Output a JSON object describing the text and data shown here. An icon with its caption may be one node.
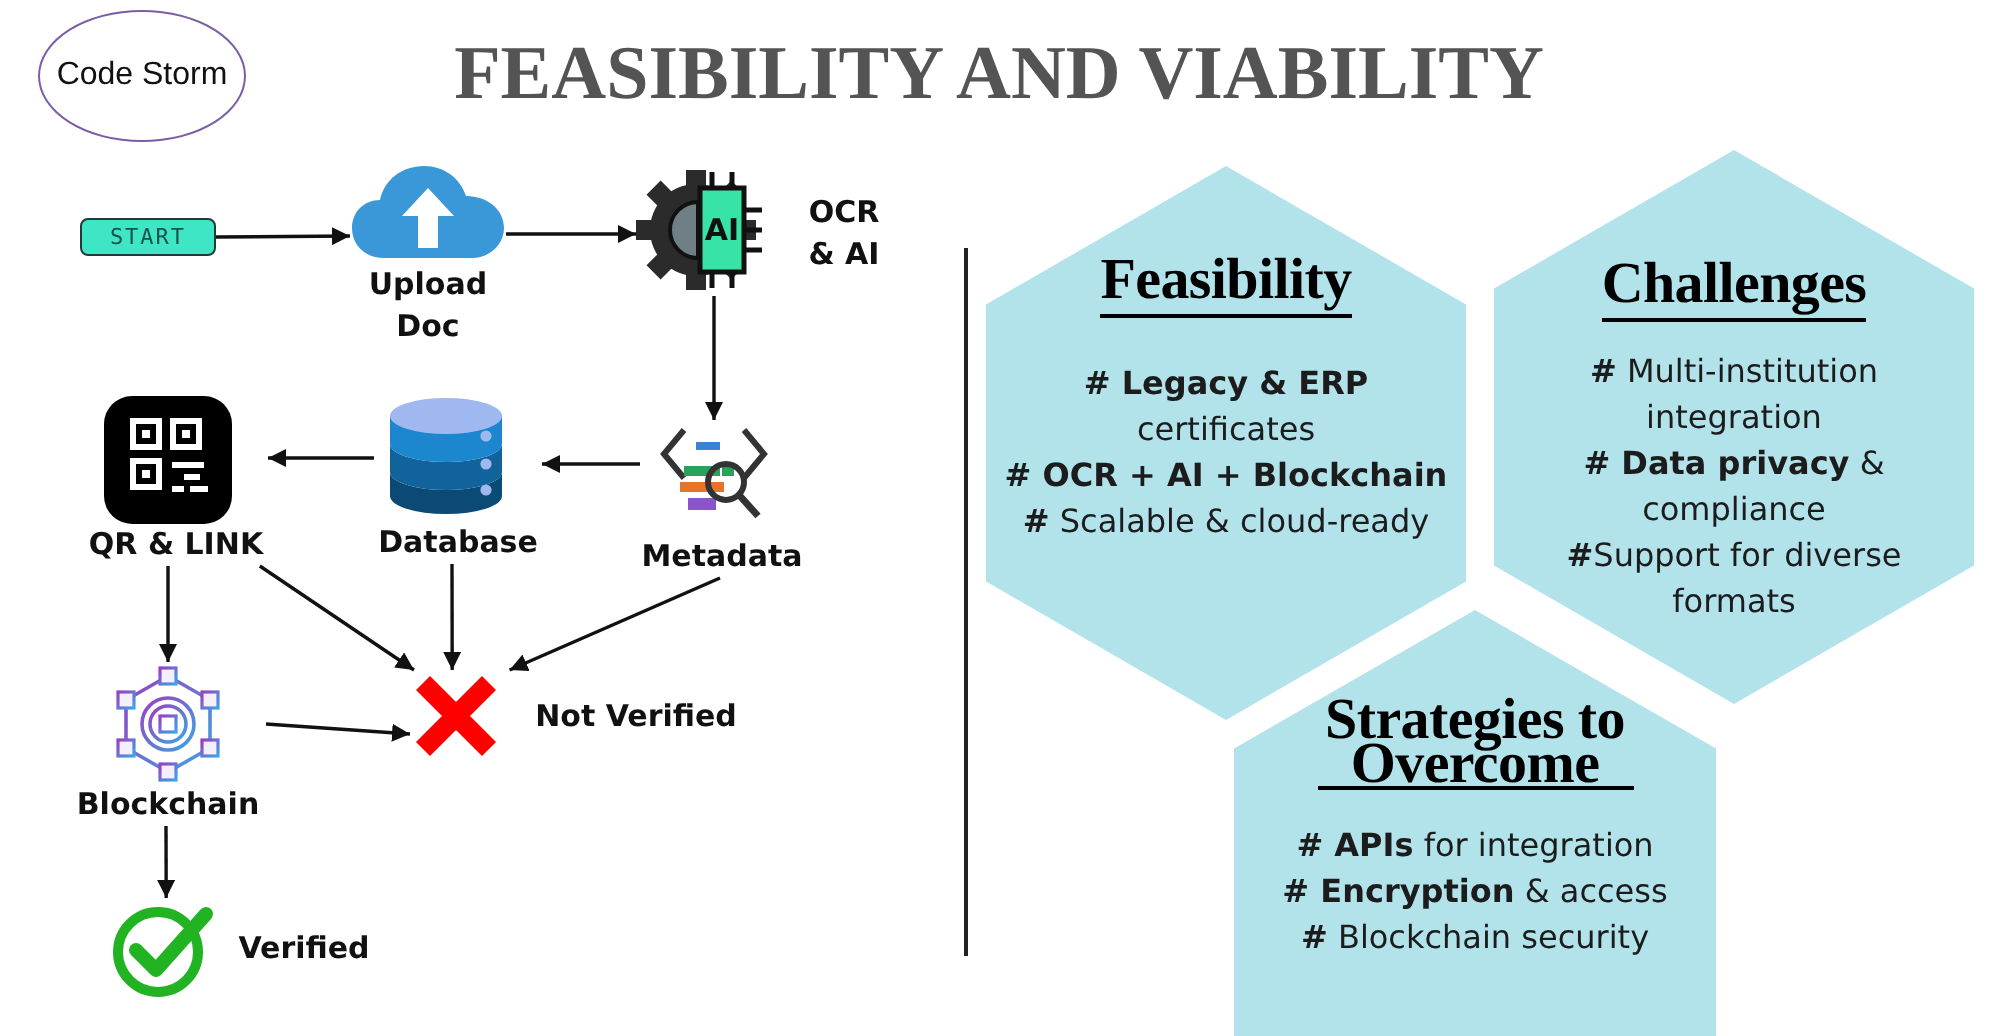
{
  "diagram": {
    "title": "FEASIBILITY AND VIABILITY",
    "nodes": [
      {
        "text": [
          "Code Storm"
        ]
      },
      {
        "text": [
          "START"
        ]
      },
      {
        "text": [
          "Upload Doc"
        ]
      },
      {
        "text": [
          "AI",
          "OCR & AI"
        ]
      },
      {
        "text": [
          "QR & LINK"
        ]
      },
      {
        "text": [
          "Database"
        ]
      },
      {
        "text": [
          "Metadata"
        ]
      },
      {
        "text": [
          "Blockchain"
        ]
      },
      {
        "text": [
          "Not Verified"
        ]
      },
      {
        "text": [
          "Verified"
        ]
      },
      {
        "text": [
          "Feasibility",
          "**# Legacy & ERP** certificates",
          "# OCR + AI + Blockchain",
          "**#** Scalable & cloud-ready"
        ]
      },
      {
        "text": [
          "Challenges",
          "**#** Multi-institution integration",
          "**# Data privacy** & compliance",
          "**#**Support for diverse formats"
        ]
      },
      {
        "text": [
          "Strategies to Overcome",
          "**# APIs** for integration",
          "**# Encryption** & access",
          "**#** Blockchain security"
        ]
      }
    ],
    "edges": [
      {
        "from": 1,
        "to": 2,
        "arrow": "to"
      },
      {
        "from": 2,
        "to": 3,
        "arrow": "to"
      },
      {
        "from": 3,
        "to": 6,
        "arrow": "to"
      },
      {
        "from": 6,
        "to": 5,
        "arrow": "to"
      },
      {
        "from": 5,
        "to": 4,
        "arrow": "to"
      },
      {
        "from": 4,
        "to": 7,
        "arrow": "to"
      },
      {
        "from": 4,
        "to": 8,
        "arrow": "to"
      },
      {
        "from": 5,
        "to": 8,
        "arrow": "to"
      },
      {
        "from": 6,
        "to": 8,
        "arrow": "to"
      },
      {
        "from": 7,
        "to": 8,
        "arrow": "to"
      },
      {
        "from": 7,
        "to": 9,
        "arrow": "to"
      }
    ]
  }
}
